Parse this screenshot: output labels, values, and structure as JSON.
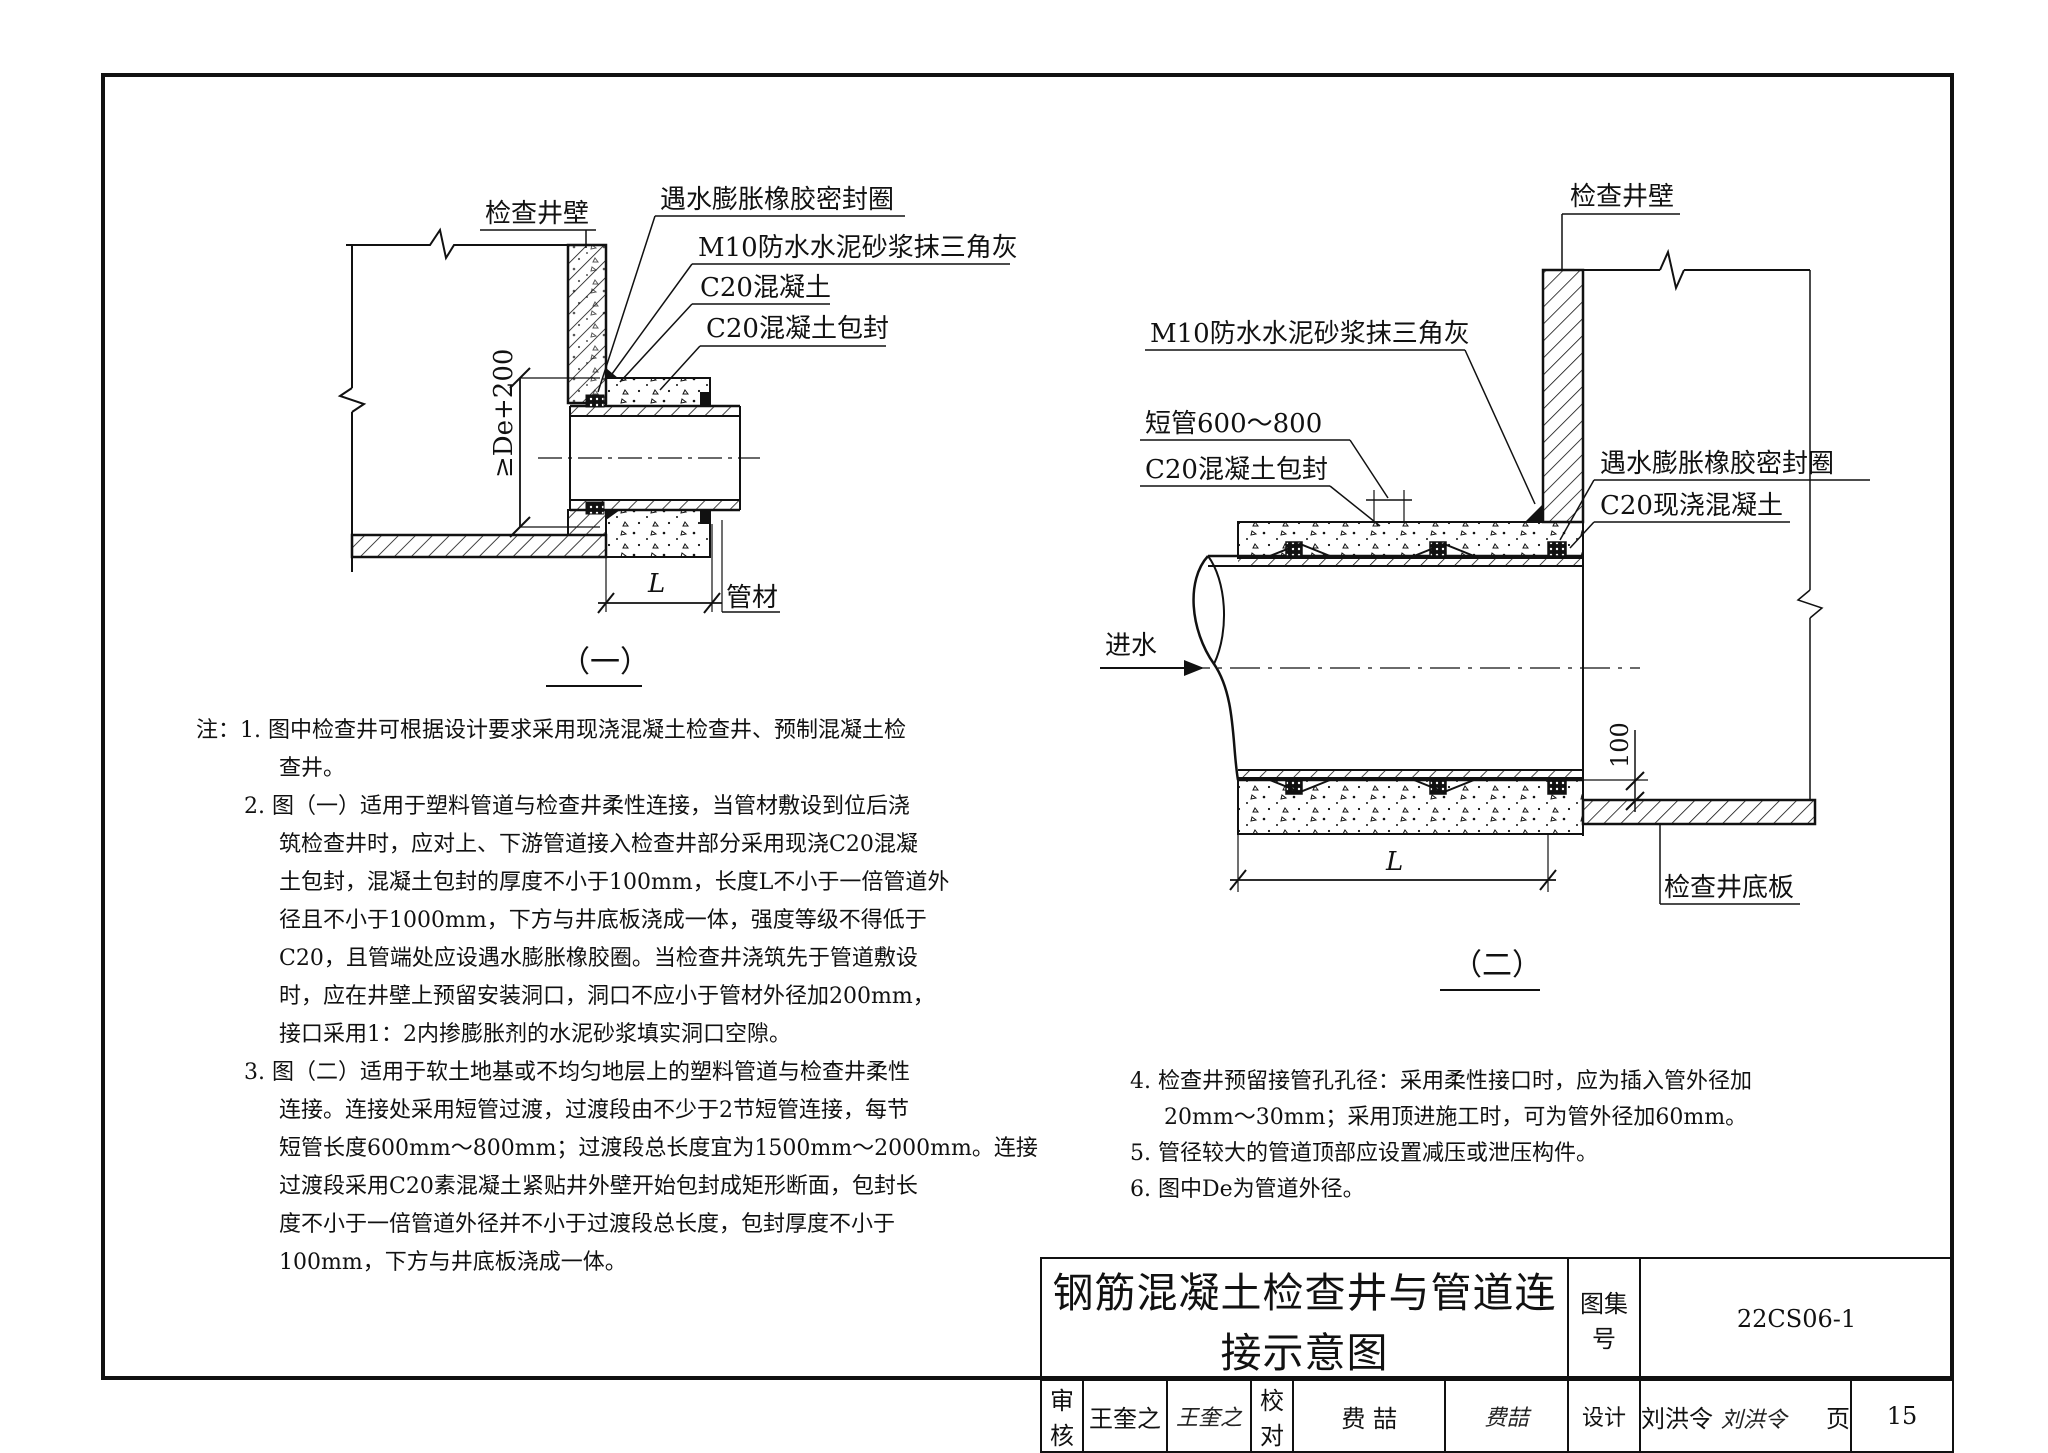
{
  "diagram1": {
    "wall_label": "检查井壁",
    "labels": [
      "遇水膨胀橡胶密封圈",
      "M10防水水泥砂浆抹三角灰",
      "C20混凝土",
      "C20混凝土包封"
    ],
    "dim_vertical": "≥De+200",
    "dim_L": "L",
    "pipe_label": "管材",
    "caption": "（一）"
  },
  "diagram2": {
    "wall_label": "检查井壁",
    "labels": [
      "M10防水水泥砂浆抹三角灰",
      "短管600～800",
      "C20混凝土包封",
      "遇水膨胀橡胶密封圈",
      "C20现浇混凝土"
    ],
    "inflow": "进水",
    "dim_100": "100",
    "dim_L": "L",
    "floor_label": "检查井底板",
    "caption": "（二）"
  },
  "notes_left": [
    "注：1. 图中检查井可根据设计要求采用现浇混凝土检查井、预制混凝土检",
    "查井。",
    "2. 图（一）适用于塑料管道与检查井柔性连接，当管材敷设到位后浇",
    "筑检查井时，应对上、下游管道接入检查井部分采用现浇C20混凝",
    "土包封，混凝土包封的厚度不小于100mm，长度L不小于一倍管道外",
    "径且不小于1000mm，下方与井底板浇成一体，强度等级不得低于",
    "C20，且管端处应设遇水膨胀橡胶圈。当检查井浇筑先于管道敷设",
    "时，应在井壁上预留安装洞口，洞口不应小于管材外径加200mm，",
    "接口采用1：2内掺膨胀剂的水泥砂浆填实洞口空隙。",
    "3. 图（二）适用于软土地基或不均匀地层上的塑料管道与检查井柔性",
    "连接。连接处采用短管过渡，过渡段由不少于2节短管连接，每节",
    "短管长度600mm～800mm；过渡段总长度宜为1500mm～2000mm。连接",
    "过渡段采用C20素混凝土紧贴井外壁开始包封成矩形断面，包封长",
    "度不小于一倍管道外径并不小于过渡段总长度，包封厚度不小于",
    "100mm，下方与井底板浇成一体。"
  ],
  "notes_right": [
    "4. 检查井预留接管孔孔径：采用柔性接口时，应为插入管外径加",
    "20mm～30mm；采用顶进施工时，可为管外径加60mm。",
    "5. 管径较大的管道顶部应设置减压或泄压构件。",
    "6. 图中De为管道外径。"
  ],
  "title_block": {
    "title": "钢筋混凝土检查井与管道连接示意图",
    "atlas_label": "图集号",
    "atlas_no": "22CS06-1",
    "review_label": "审核",
    "reviewer": "王奎之",
    "reviewer_sig": "王奎之",
    "check_label": "校对",
    "checker": "费 喆",
    "checker_sig": "费喆",
    "design_label": "设计",
    "designer": "刘洪令",
    "designer_sig": "刘洪令",
    "page_label": "页",
    "page_no": "15"
  }
}
